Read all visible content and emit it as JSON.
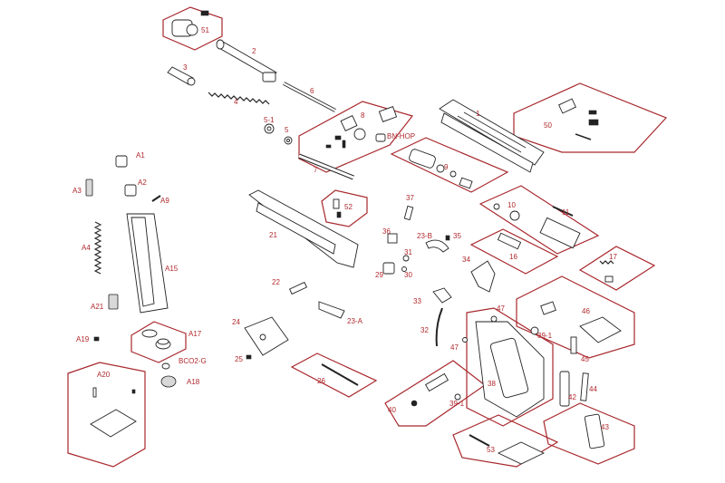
{
  "diagram": {
    "labels": {
      "p51": "51",
      "p2": "2",
      "p3": "3",
      "p6": "6",
      "p4": "4",
      "p5_1": "5-1",
      "p5": "5",
      "p8": "8",
      "p7": "7",
      "p1": "1",
      "p50": "50",
      "bnhop": "BN-HOP",
      "p9": "9",
      "p10": "10",
      "p11": "11",
      "a1": "A1",
      "a2": "A2",
      "a3": "A3",
      "a9": "A9",
      "a4": "A4",
      "a15": "A15",
      "a21": "A21",
      "a17": "A17",
      "a19": "A19",
      "bco2g": "BCO2-G",
      "a18": "A18",
      "a20": "A20",
      "p52": "52",
      "p21": "21",
      "p37": "37",
      "p36": "36",
      "p23b": "23-B",
      "p35": "35",
      "p31": "31",
      "p30": "30",
      "p29": "29",
      "p34": "34",
      "p16": "16",
      "p17": "17",
      "p22": "22",
      "p23a": "23-A",
      "p33": "33",
      "p24": "24",
      "p25": "25",
      "p26": "26",
      "p32": "32",
      "p47a": "47",
      "p47b": "47",
      "p39_1a": "39-1",
      "p46": "46",
      "p45": "45",
      "p44": "44",
      "p42": "42",
      "p43": "43",
      "p38": "38",
      "p40": "40",
      "p39_1b": "39-1",
      "p53": "53"
    }
  }
}
